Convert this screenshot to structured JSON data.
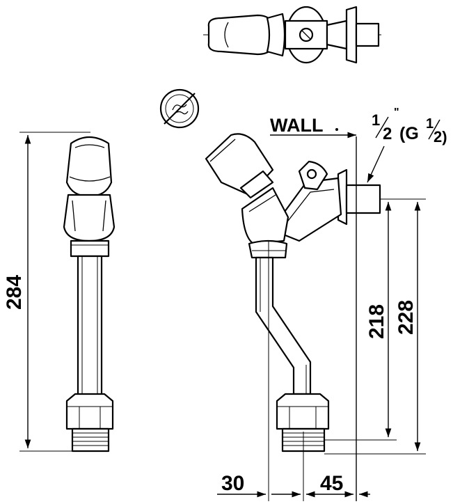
{
  "dimensions": {
    "overall_height": "284",
    "height_to_outlet": "218",
    "height_to_wall_inlet": "228",
    "offset_left": "30",
    "offset_right": "45"
  },
  "labels": {
    "wall": "WALL",
    "thread_whole_1": "1",
    "thread_slash_2_a": "2",
    "thread_prime": "\"",
    "thread_open": "(G",
    "thread_whole_2": "1",
    "thread_slash_2_b": "2)"
  },
  "icons": [
    "no-water-symbol-icon"
  ]
}
